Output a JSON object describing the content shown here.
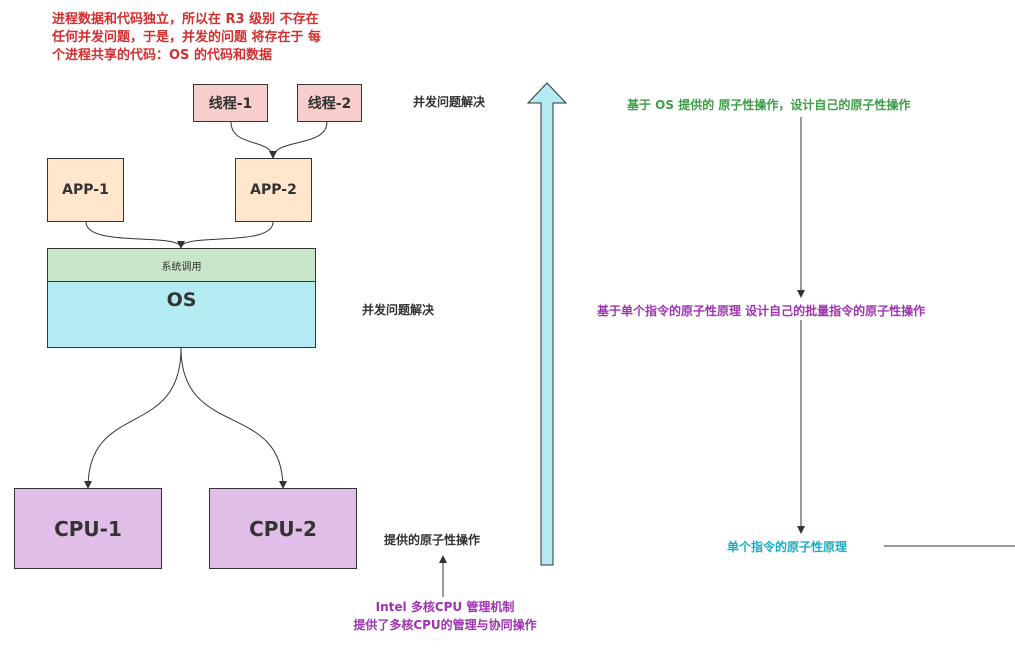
{
  "colors": {
    "note_red": "#d32f2f",
    "green": "#3d9e46",
    "purple": "#a033b4",
    "cyan": "#1aaec6",
    "dark": "#333333",
    "thread_fill": "#f8cecc",
    "app_fill": "#ffe6cc",
    "syscall_fill": "#c8e6c9",
    "os_fill": "#b3ebf2",
    "cpu_fill": "#e1bee7",
    "arrow_fill": "#b3ebf2"
  },
  "note": {
    "line1": "进程数据和代码独立，所以在 R3 级别 不存在",
    "line2": "任何并发问题，于是，并发的问题 将存在于 每",
    "line3": "个进程共享的代码：OS 的代码和数据"
  },
  "threads": [
    "线程-1",
    "线程-2"
  ],
  "apps": [
    "APP-1",
    "APP-2"
  ],
  "os": {
    "syscall_label": "系统调用",
    "label": "OS"
  },
  "cpus": [
    "CPU-1",
    "CPU-2"
  ],
  "labels": {
    "concurrency_top": "并发问题解决",
    "concurrency_mid": "并发问题解决",
    "atomic_ops": "提供的原子性操作",
    "intel_line1": "Intel 多核CPU 管理机制",
    "intel_line2": "提供了多核CPU的管理与协同操作"
  },
  "right": {
    "green_label": "基于 OS 提供的 原子性操作，设计自己的原子性操作",
    "purple_label": "基于单个指令的原子性原理 设计自己的批量指令的原子性操作",
    "cyan_label": "单个指令的原子性原理"
  }
}
